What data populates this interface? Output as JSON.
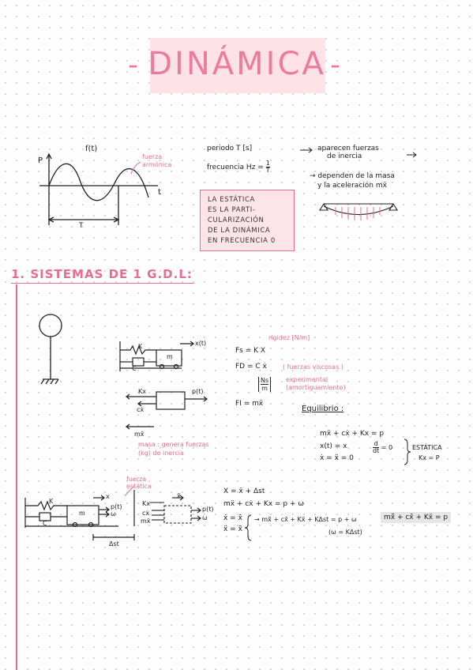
{
  "title": {
    "text": "DINÁMICA",
    "dash": "-"
  },
  "intro": {
    "graph_p": "P",
    "graph_ft": "f(t)",
    "graph_t": "t",
    "graph_T": "T",
    "fuerza_armonica": [
      "fuerza",
      "armónica"
    ],
    "periodo": "periodo  T [s]",
    "frecuencia": "frecuencia  Hz = ",
    "frac_num": "1",
    "frac_den": "T",
    "aparecen": [
      "aparecen fuerzas",
      "de inercia"
    ],
    "dependen": [
      "→ dependen de la masa",
      "y la aceleración  mẍ"
    ],
    "note_lines": [
      "LA ESTÁTICA",
      "ES LA PARTI-",
      "CULARIZACIÓN",
      "DE LA DINÁMICA",
      "EN FRECUENCIA 0"
    ]
  },
  "section1": {
    "heading": "1. SISTEMAS DE 1 G.D.L:"
  },
  "diagram1": {
    "K": "K",
    "C": "C",
    "m": "m",
    "x_t": "x(t)",
    "kx": "Kx",
    "cx": "cẋ",
    "p_t": "p(t)",
    "mx": "mẍ",
    "masa_note": [
      "masa : genera fuerzas",
      "(kg)  de inercia"
    ]
  },
  "equations1": {
    "rigidez": "rigidez [N/m]",
    "fs": "Fs = K X",
    "fd": "FD = C ẋ",
    "fluidos": "( fuerzas viscosas )",
    "units": [
      "Ns",
      "m"
    ],
    "experimental": [
      "experimental",
      "(amortiguamiento)"
    ],
    "fi": "FI = mẍ",
    "equilibrio": "Equilibrio :",
    "eq_main": "mẍ + cẋ + Kx = p",
    "eq_xt": "x(t) = x",
    "eq_ddt_num": "d",
    "eq_ddt_den": "dt",
    "eq_ddt_rest": "= 0",
    "eq_dot": "ẋ = ẍ = 0",
    "estatica": "ESTÁTICA",
    "kx_p": "Kx = P"
  },
  "diagram2": {
    "fuerza_estatica": [
      "fuerza",
      "estática"
    ],
    "K": "K",
    "C": "C",
    "m": "m",
    "x": "x",
    "x_bar": "x̄",
    "p_t": "p(t)",
    "w": "ω",
    "labels_right": [
      "Kx",
      "cẋ",
      "mẍ"
    ],
    "p_t2": "p(t)",
    "w2": "ω",
    "delta": "Δst"
  },
  "equations2": {
    "x_def": "X = x̄ + Δst",
    "eq": "mẍ + cẋ + Kx = p + ω",
    "xd": "ẋ = x̄̇",
    "xdd": "ẍ = x̄̈",
    "expanded": "→ mẍ̄ + cẋ̄ + Kx̄ + KΔst = p + ω",
    "w_def": "(ω = KΔst)",
    "result": "mẍ̄ + cẋ̄ + Kx̄ = p"
  },
  "colors": {
    "accent": "#e4708f",
    "title": "#ec7ba0",
    "highlight": "#fde3e8"
  }
}
